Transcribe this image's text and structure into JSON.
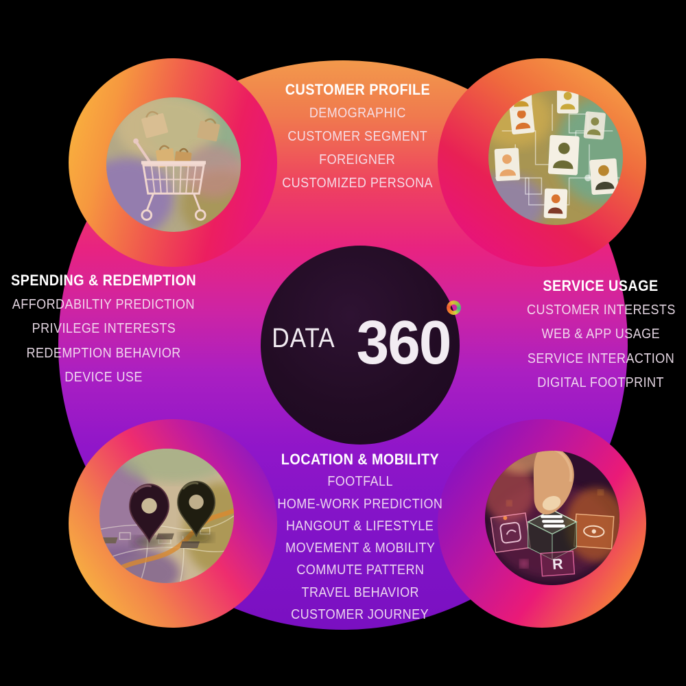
{
  "title": {
    "prefix": "DATA",
    "number": "360"
  },
  "center_badge": "degree-ring",
  "sections": {
    "top": {
      "heading": "CUSTOMER PROFILE",
      "items": [
        "DEMOGRAPHIC",
        "CUSTOMER SEGMENT",
        "FOREIGNER",
        "CUSTOMIZED PERSONA"
      ]
    },
    "left": {
      "heading": "SPENDING & REDEMPTION",
      "items": [
        "AFFORDABILTIY PREDICTION",
        "PRIVILEGE INTERESTS",
        "REDEMPTION BEHAVIOR",
        "DEVICE USE"
      ]
    },
    "right": {
      "heading": "SERVICE USAGE",
      "items": [
        "CUSTOMER INTERESTS",
        "WEB & APP USAGE",
        "SERVICE INTERACTION",
        "DIGITAL FOOTPRINT"
      ]
    },
    "bottom": {
      "heading": "LOCATION & MOBILITY",
      "items": [
        "FOOTFALL",
        "HOME-WORK PREDICTION",
        "HANGOUT & LIFESTYLE",
        "MOVEMENT & MOBILITY",
        "COMMUTE PATTERN",
        "TRAVEL BEHAVIOR",
        "CUSTOMER JOURNEY"
      ]
    }
  },
  "photos": {
    "top_left": {
      "name": "shopping-cart-photo",
      "alt": "shopping cart with paper bags"
    },
    "top_right": {
      "name": "people-network-photo",
      "alt": "connected people profile cards"
    },
    "bottom_left": {
      "name": "map-pins-photo",
      "alt": "3d location pins on a map"
    },
    "bottom_right": {
      "name": "touch-cubes-photo",
      "alt": "finger touching digital cubes",
      "cube_letter": "R"
    }
  },
  "colors": {
    "gradient_top_orange": "#F2994B",
    "gradient_pink": "#E82380",
    "gradient_magenta": "#CD24A4",
    "gradient_bottom_purple": "#7A10C1",
    "center_dark": "#1E0A20",
    "ring_yellow": "#FBBB3E",
    "badge_orange": "#F5862B",
    "badge_green": "#8CC63F",
    "heading_text": "#FFFFFF",
    "item_text": "#F6E7F3"
  }
}
